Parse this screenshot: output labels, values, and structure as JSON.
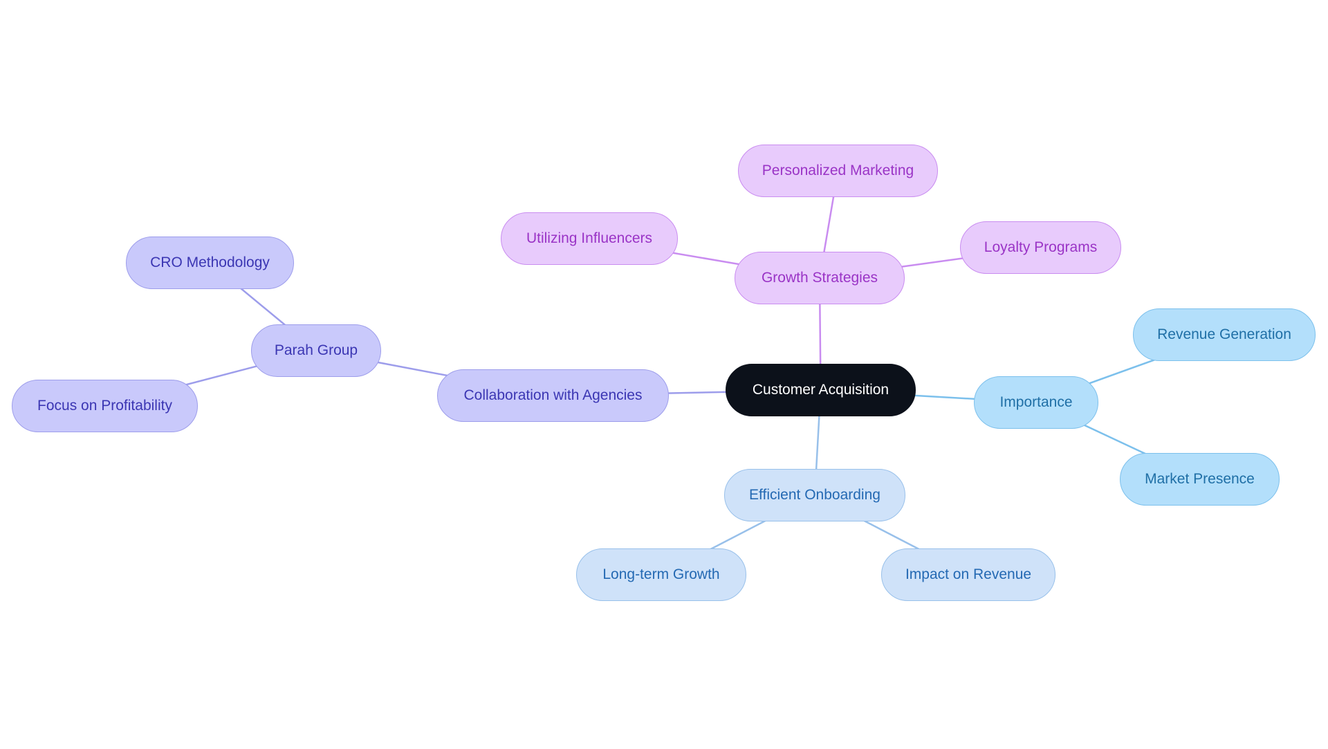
{
  "diagram": {
    "root": {
      "id": "root",
      "label": "Customer Acquisition"
    },
    "branches": [
      {
        "id": "growth",
        "label": "Growth Strategies",
        "colors": {
          "fill": "#E8CBFC",
          "border": "#C98CF0",
          "text": "#9A34C6",
          "line": "#C98CF0"
        },
        "children": [
          {
            "id": "growth_personalized",
            "label": "Personalized Marketing"
          },
          {
            "id": "growth_influencers",
            "label": "Utilizing Influencers"
          },
          {
            "id": "growth_loyalty",
            "label": "Loyalty Programs"
          }
        ]
      },
      {
        "id": "importance",
        "label": "Importance",
        "colors": {
          "fill": "#B3DFFB",
          "border": "#7CC0EC",
          "text": "#1F6FA6",
          "line": "#7CC0EC"
        },
        "children": [
          {
            "id": "importance_revenue",
            "label": "Revenue Generation"
          },
          {
            "id": "importance_market",
            "label": "Market Presence"
          }
        ]
      },
      {
        "id": "onboarding",
        "label": "Efficient Onboarding",
        "colors": {
          "fill": "#CFE2F9",
          "border": "#98C0EA",
          "text": "#2469B3",
          "line": "#98C0EA"
        },
        "children": [
          {
            "id": "onboarding_growth",
            "label": "Long-term Growth"
          },
          {
            "id": "onboarding_revenue",
            "label": "Impact on Revenue"
          }
        ]
      },
      {
        "id": "agencies",
        "label": "Collaboration with Agencies",
        "colors": {
          "fill": "#C9C9FB",
          "border": "#9D9DEB",
          "text": "#3B36B3",
          "line": "#9D9DEB"
        },
        "children": [
          {
            "id": "parah",
            "label": "Parah Group",
            "children": [
              {
                "id": "parah_cro",
                "label": "CRO Methodology"
              },
              {
                "id": "parah_profit",
                "label": "Focus on Profitability"
              }
            ]
          }
        ]
      }
    ],
    "root_colors": {
      "fill": "#0C111A",
      "border": "#0C111A",
      "text": "#FFFFFF"
    }
  }
}
